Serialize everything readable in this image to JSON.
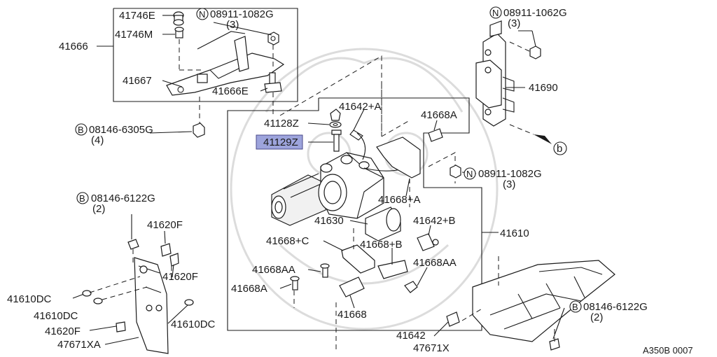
{
  "diagram_code": "A350B 0007",
  "callouts": {
    "c41746E": "41746E",
    "c41746M": "41746M",
    "c41666": "41666",
    "c41667": "41667",
    "c41666E": "41666E",
    "n1_prefix": "N",
    "n1_part": "08911-1082G",
    "n1_qty": "(3)",
    "n2_prefix": "N",
    "n2_part": "08911-1062G",
    "n2_qty": "(3)",
    "c41690": "41690",
    "ref_b": "b",
    "c41642A": "41642+A",
    "c41668A": "41668A",
    "c41128Z": "41128Z",
    "c41129Z": "41129Z",
    "b1_prefix": "B",
    "b1_part": "08146-6305G",
    "b1_qty": "(4)",
    "n3_prefix": "N",
    "n3_part": "08911-1082G",
    "n3_qty": "(3)",
    "c41668pA": "41668+A",
    "c41630": "41630",
    "c41642B": "41642+B",
    "c41610": "41610",
    "c41668C": "41668+C",
    "c41668B": "41668+B",
    "c41668AA_l": "41668AA",
    "c41668AA_r": "41668AA",
    "c41668A_l": "41668A",
    "c41668": "41668",
    "c41642": "41642",
    "c47671X": "47671X",
    "b2_prefix": "B",
    "b2_part": "08146-6122G",
    "b2_qty": "(2)",
    "b3_prefix": "B",
    "b3_part": "08146-6122G",
    "b3_qty": "(2)",
    "c41620F_t": "41620F",
    "c41620F_m": "41620F",
    "c41620F_b": "41620F",
    "c41610DC_1": "41610DC",
    "c41610DC_2": "41610DC",
    "c41610DC_3": "41610DC",
    "c47671XA": "47671XA"
  },
  "highlighted_part": "41129Z",
  "colors": {
    "highlight": "#9da4dc",
    "line": "#1a1a1a",
    "watermark": "#dcdcdc"
  }
}
